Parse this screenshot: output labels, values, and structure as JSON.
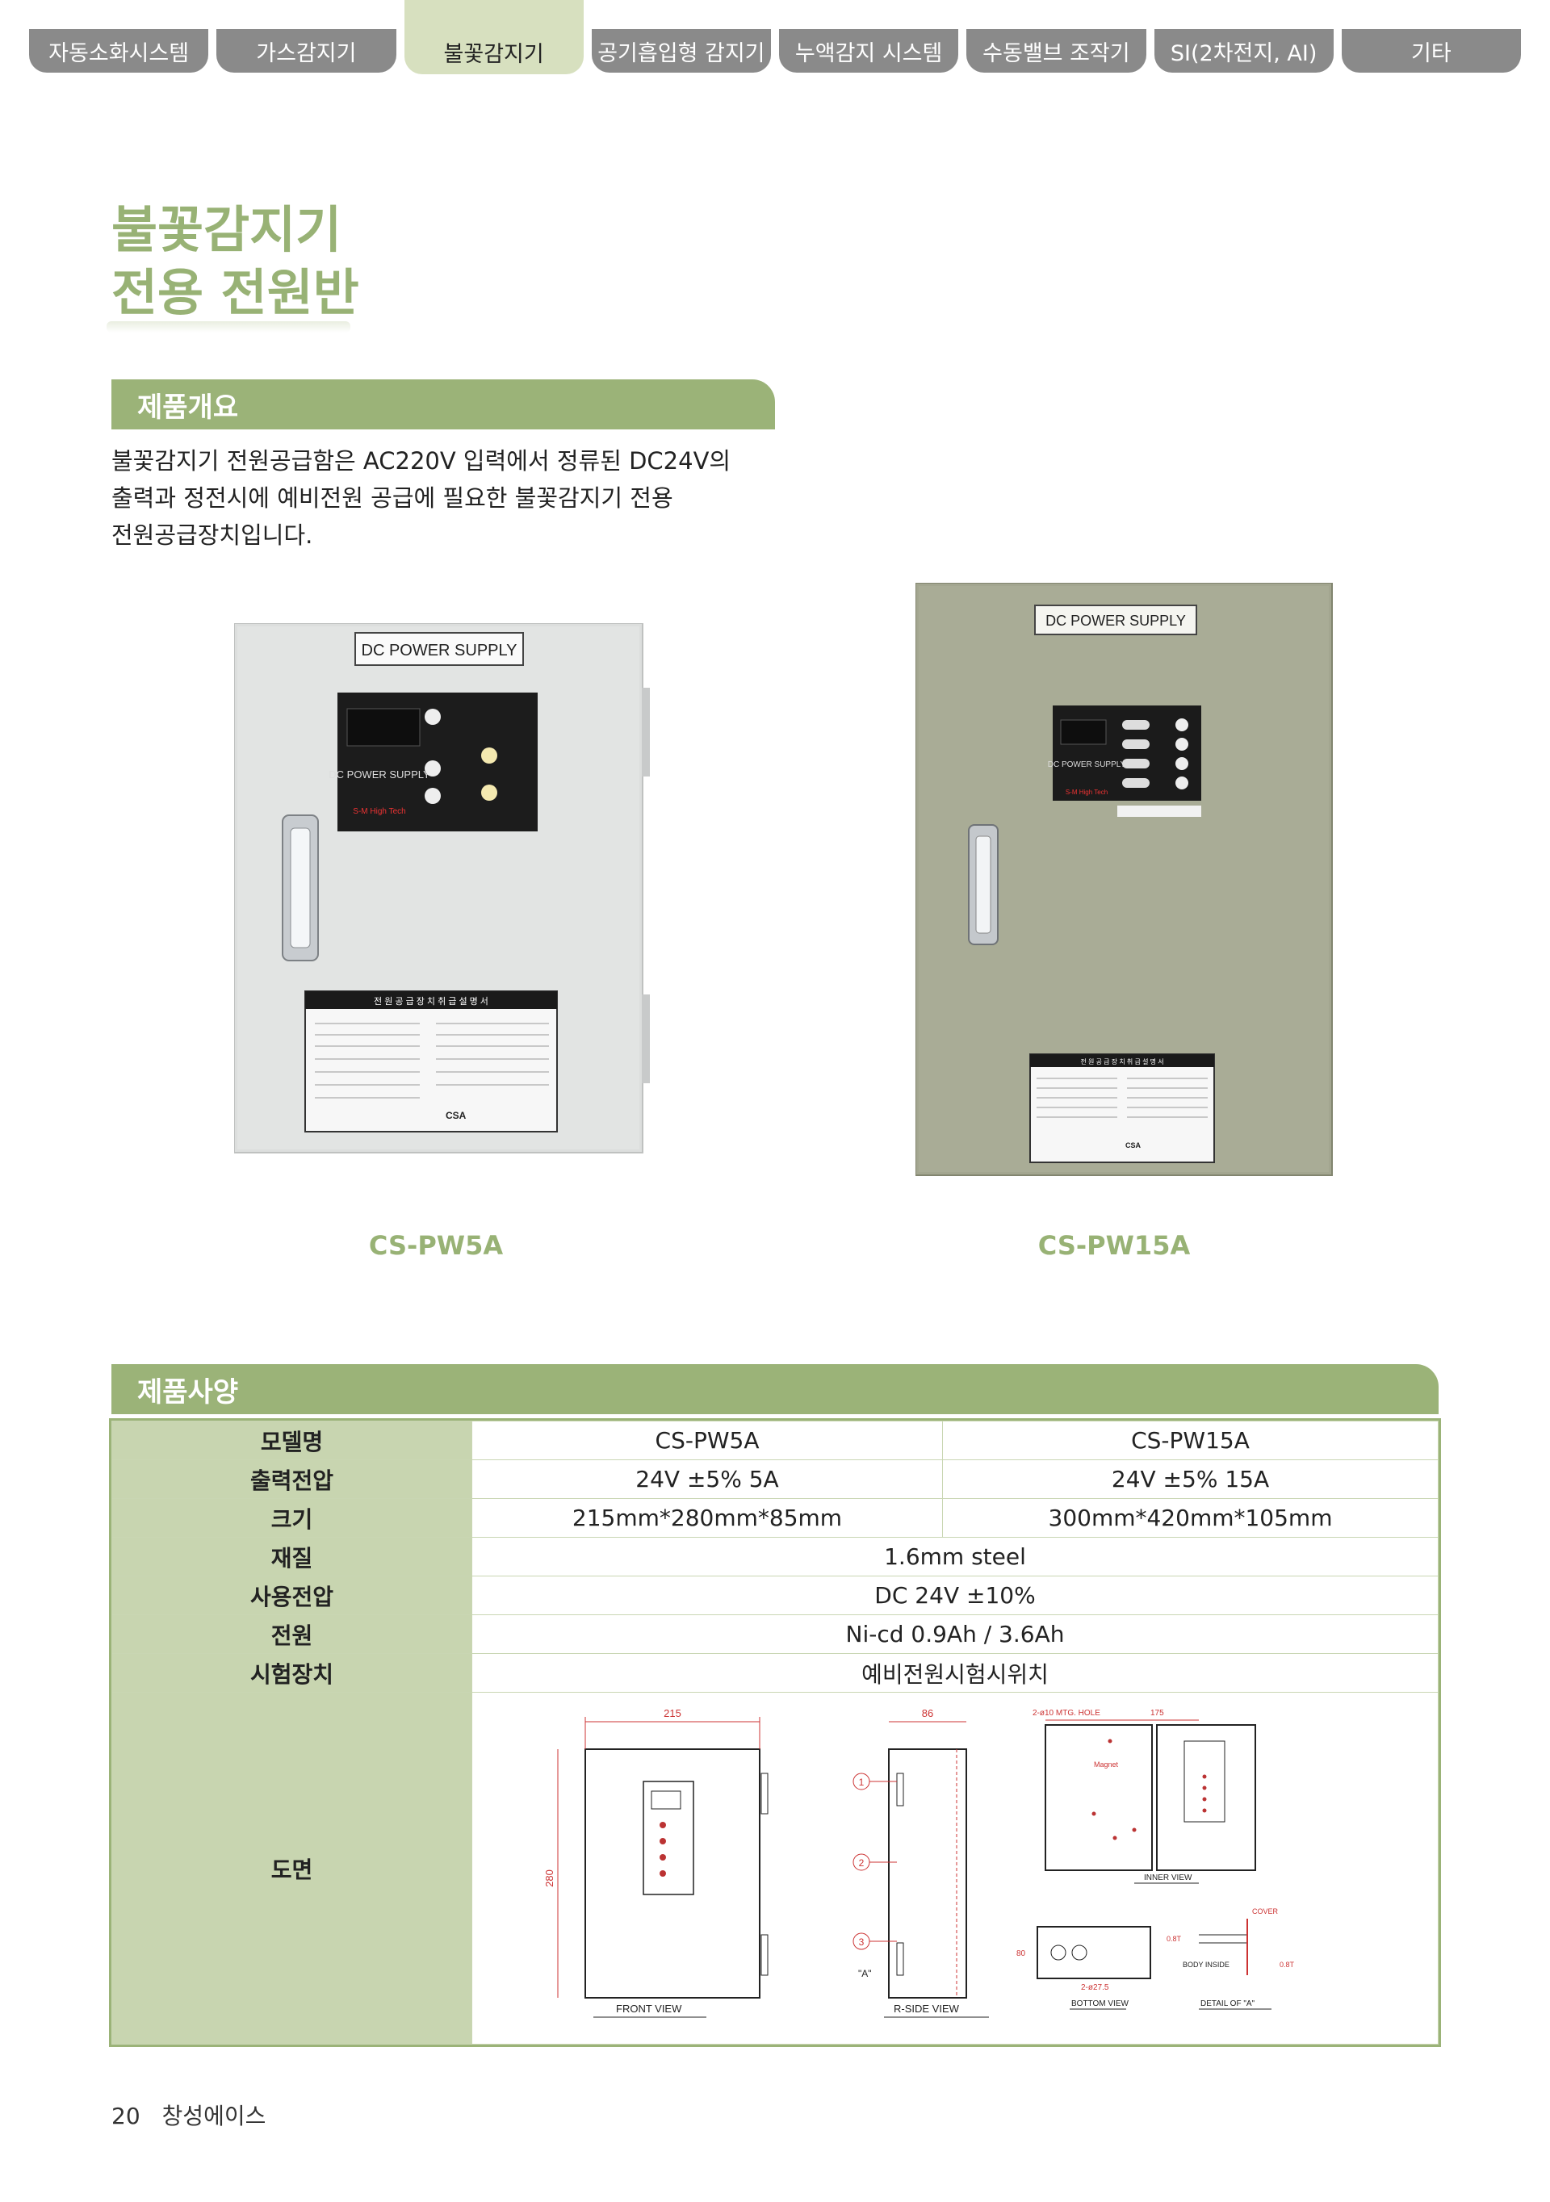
{
  "nav": {
    "tabs": [
      {
        "label": "자동소화시스템"
      },
      {
        "label": "가스감지기"
      },
      {
        "label": "불꽃감지기"
      },
      {
        "label": "공기흡입형 감지기"
      },
      {
        "label": "누액감지 시스템"
      },
      {
        "label": "수동밸브 조작기"
      },
      {
        "label": "SI(2차전지, AI)"
      },
      {
        "label": "기타"
      }
    ]
  },
  "page_title": {
    "line1": "불꽃감지기",
    "line2": "전용 전원반"
  },
  "overview": {
    "heading": "제품개요",
    "lines": [
      "불꽃감지기 전원공급함은 AC220V 입력에서 정류된 DC24V의",
      "출력과 정전시에 예비전원 공급에 필요한 불꽃감지기 전용",
      "전원공급장치입니다."
    ]
  },
  "products": [
    {
      "model": "CS-PW5A",
      "label_plate": "DC POWER SUPPLY",
      "panel_text": "DC POWER SUPPLY",
      "brand": "S-M High Tech",
      "manual_title": "전 원 공 급 장 치 취 급 설 명 서",
      "cert": "CSA"
    },
    {
      "model": "CS-PW15A",
      "label_plate": "DC POWER SUPPLY",
      "panel_text": "DC POWER SUPPLY",
      "brand": "S-M High Tech",
      "manual_title": "전 원 공 급 장 치 취 급 설 명 서",
      "cert": "CSA"
    }
  ],
  "spec": {
    "heading": "제품사양",
    "rows": [
      {
        "label": "모델명",
        "a": "CS-PW5A",
        "b": "CS-PW15A"
      },
      {
        "label": "출력전압",
        "a": "24V ±5% 5A",
        "b": "24V ±5% 15A"
      },
      {
        "label": "크기",
        "a": "215mm*280mm*85mm",
        "b": "300mm*420mm*105mm"
      },
      {
        "label": "재질",
        "value": "1.6mm steel"
      },
      {
        "label": "사용전압",
        "value": "DC 24V ±10%"
      },
      {
        "label": "전원",
        "value": "Ni-cd 0.9Ah / 3.6Ah"
      },
      {
        "label": "시험장치",
        "value": "예비전원시험시위치"
      }
    ],
    "drawing_label": "도면",
    "drawing": {
      "dim_width": "215",
      "dim_height": "280",
      "dim_depth": "86",
      "dim_inner": "175",
      "holes": "2-ø10 MTG. HOLE",
      "magnet": "Magnet",
      "cover": "COVER",
      "body_inside": "BODY INSIDE",
      "t1": "0.8T",
      "t2": "0.8T",
      "knockout": "2-ø27.5",
      "dim_bottom": "80",
      "marker_a": "\"A\"",
      "m1": "1",
      "m2": "2",
      "m3": "3",
      "front_view": "FRONT VIEW",
      "rside_view": "R-SIDE VIEW",
      "inner_view": "INNER VIEW",
      "bottom_view": "BOTTOM VIEW",
      "detail": "DETAIL OF \"A\""
    }
  },
  "footer": {
    "page": "20",
    "company": "창성에이스"
  },
  "colors": {
    "accent": "#9bb378",
    "title": "#98b275",
    "tab_gray": "#8a8a8a",
    "tab_active": "#d7e0bf",
    "table_head": "#c8d5b0"
  }
}
